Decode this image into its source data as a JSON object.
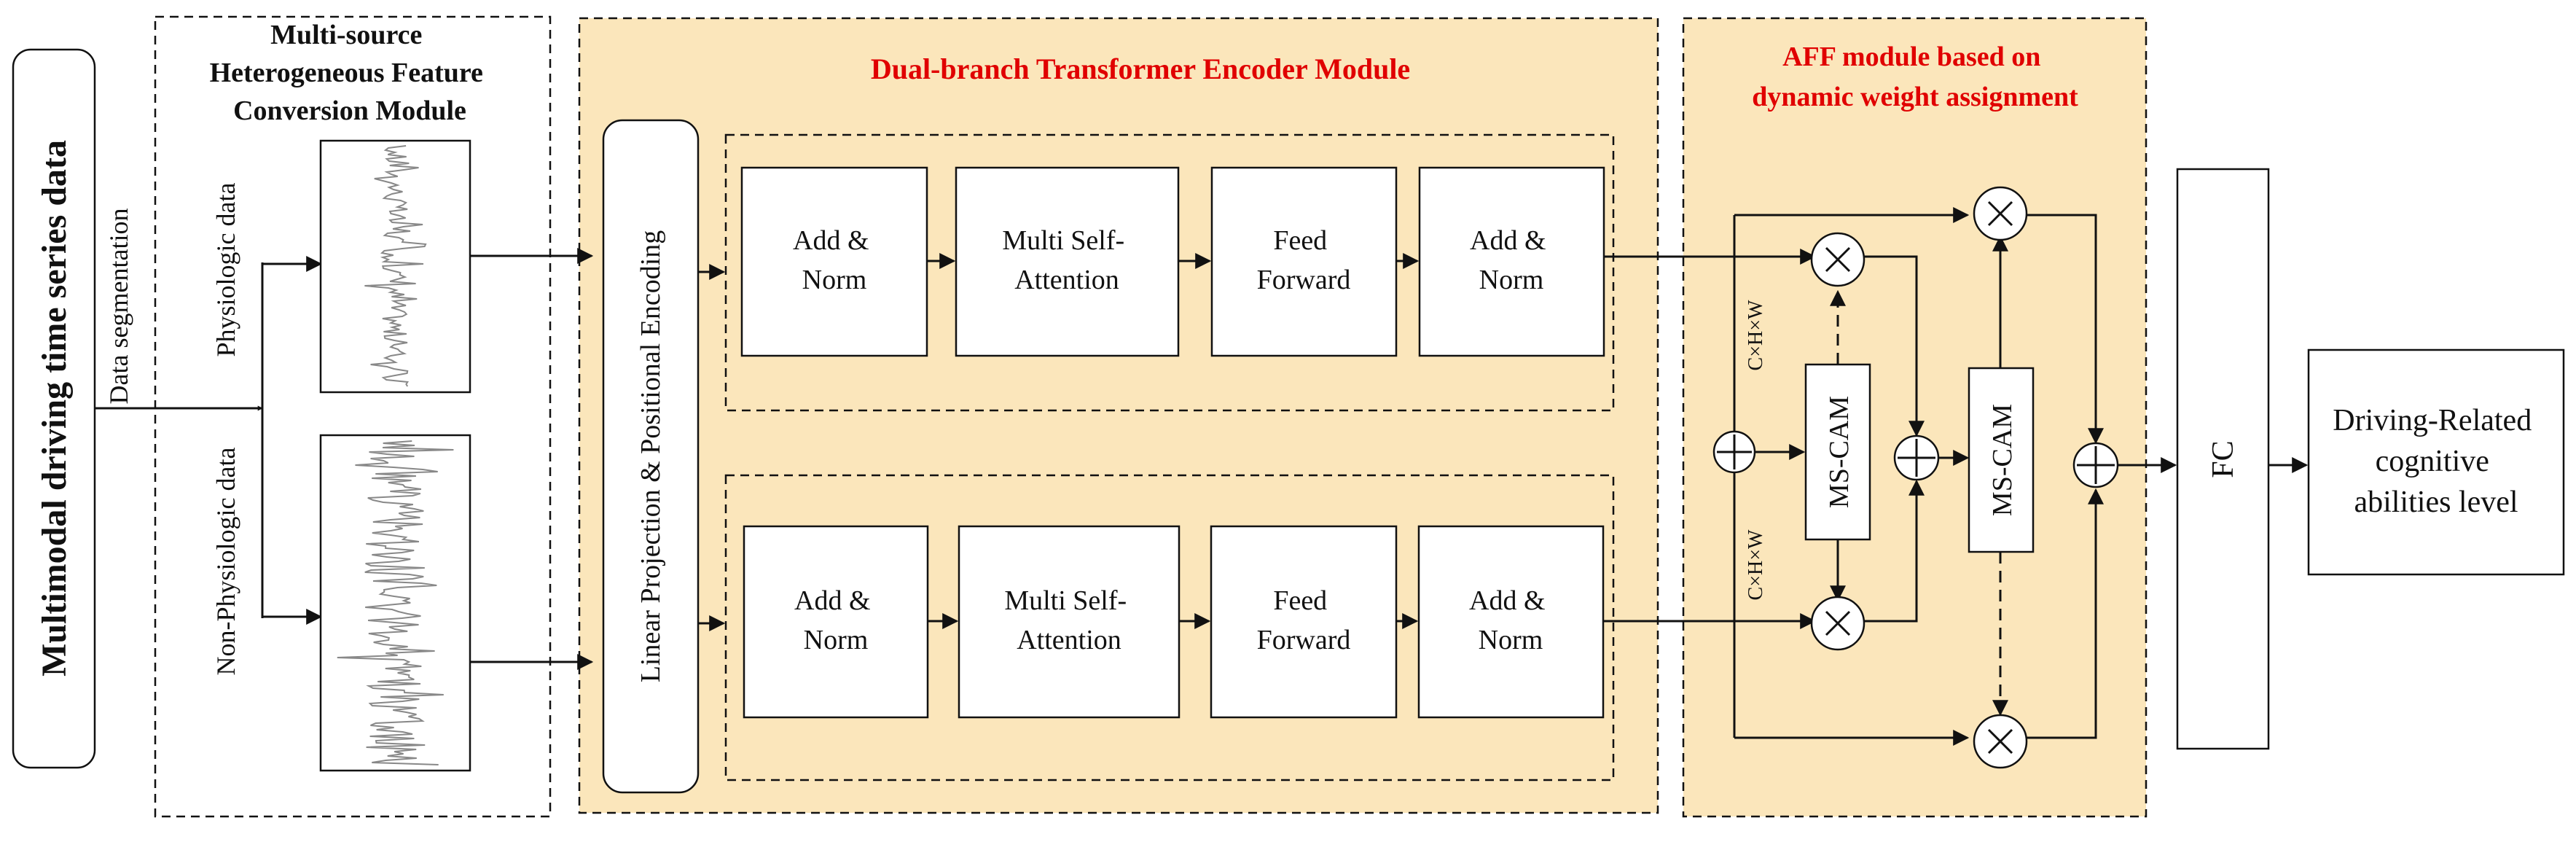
{
  "left_title": "Multimodal driving time series data",
  "data_segmentation": "Data segmentation",
  "conversion_module": {
    "title_lines": [
      "Multi-source",
      "Heterogeneous Feature",
      "Conversion Module"
    ],
    "physio_label": "Physiologic data",
    "nonphysio_label": "Non-Physiologic data"
  },
  "encoder_module": {
    "title": "Dual-branch Transformer Encoder Module",
    "projection_label": "Linear Projection & Positional Encoding",
    "branch_blocks": [
      [
        "Add &",
        "Norm"
      ],
      [
        "Multi Self-",
        "Attention"
      ],
      [
        "Feed",
        "Forward"
      ],
      [
        "Add &",
        "Norm"
      ]
    ]
  },
  "aff_module": {
    "title_lines": [
      "AFF module based on",
      "dynamic weight assignment"
    ],
    "mscam_label": "MS-CAM",
    "dim_label": "C×H×W"
  },
  "fc_label": "FC",
  "output_lines": [
    "Driving-Related",
    "cognitive",
    "abilities level"
  ],
  "colors": {
    "panel": "#fbe6bb",
    "title_red": "#e00000"
  }
}
